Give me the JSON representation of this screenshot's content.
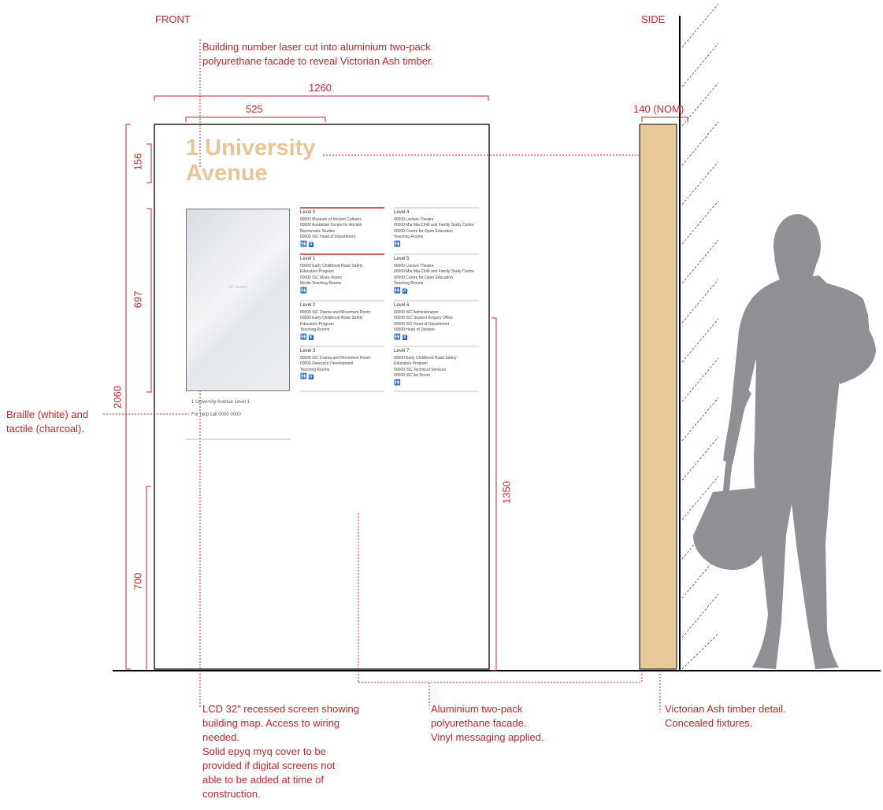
{
  "labels": {
    "front": "FRONT",
    "side": "SIDE",
    "note_building_number": [
      "Building number laser cut into aluminium two-pack",
      "polyurethane facade to reveal Victorian Ash timber."
    ],
    "note_braille": [
      "Braille (white) and",
      "tactile (charcoal)."
    ],
    "note_lcd": [
      "LCD 32\" recessed screen showing",
      "building map.  Access to wiring",
      "needed.",
      "Solid epyq myq  cover to be",
      "provided if digital screens not",
      "able to be added at time of",
      "construction."
    ],
    "note_aluminium": [
      "Aluminium two-pack",
      "polyurethane facade.",
      "Vinyl messaging applied."
    ],
    "note_timber": [
      "Victorian Ash timber detail.",
      "Concealed fixtures."
    ]
  },
  "dimensions": {
    "width_total": "1260",
    "width_screen": "525",
    "depth_side": "140 (NOM)",
    "height_title": "156",
    "height_screen": "697",
    "height_total": "2060",
    "height_bottom": "700",
    "height_panel": "1350"
  },
  "sign": {
    "title": [
      "1 University",
      "Avenue"
    ],
    "screen_label": "32\" screen",
    "address": "1 University Avenue Level 1",
    "help": "For help call 0000 0000",
    "levels_left": [
      {
        "name": "Level 0",
        "rows": [
          "00000  Museum of Ancient Cultures",
          "00000  Australian Centre for Ancient",
          "           Numismatic Studies",
          "00000  ISC Head of Department"
        ],
        "icons": [
          "toilet",
          "accessible"
        ]
      },
      {
        "name": "Level 1",
        "rows": [
          "00000  Early Childhood Road Safety",
          "           Education Program",
          "00000  ISC Music Room",
          "Media Teaching Rooms"
        ],
        "icons": [
          "toilet"
        ]
      },
      {
        "name": "Level 2",
        "rows": [
          "00000  ISC Drama and Movement Room",
          "00000  Early Childhood Road Safety",
          "           Education Program",
          "Teaching Rooms"
        ],
        "icons": [
          "toilet",
          "accessible"
        ]
      },
      {
        "name": "Level 3",
        "rows": [
          "00000  ISC Drama and Movement Room",
          "00000  Resource Development",
          "Teaching Rooms"
        ],
        "icons": [
          "toilet",
          "accessible"
        ]
      }
    ],
    "levels_right": [
      {
        "name": "Level 4",
        "rows": [
          "00000  Lecture Theatre",
          "00000  Mia Mia Child and Family Study Centre",
          "00000  Centre for Open Education",
          "Teaching Rooms"
        ],
        "icons": [
          "toilet"
        ]
      },
      {
        "name": "Level 5",
        "rows": [
          "00000  Lecture Theatre",
          "00000  Mia Mia Child and Family Study Centre",
          "00000  Centre for Open Education",
          "Teaching Rooms"
        ],
        "icons": [
          "toilet",
          "accessible"
        ]
      },
      {
        "name": "Level 6",
        "rows": [
          "00000  ISC Administration",
          "00000  ISC Student Enquiry Office",
          "00000  ISC Head of Department",
          "00000  Head of Division"
        ],
        "icons": [
          "toilet",
          "accessible"
        ]
      },
      {
        "name": "Level 7",
        "rows": [
          "00000  Early Childhood Road Safety",
          "           Education Program",
          "00000  ISC Technical Services",
          "00000  ISC Art Room"
        ],
        "icons": [
          "toilet"
        ]
      }
    ]
  },
  "colors": {
    "annotation": "#c1272d",
    "timber": "#e8c99a",
    "title": "#e8c597",
    "silhouette": "#8f9094",
    "accessible": "#0a64b5"
  }
}
